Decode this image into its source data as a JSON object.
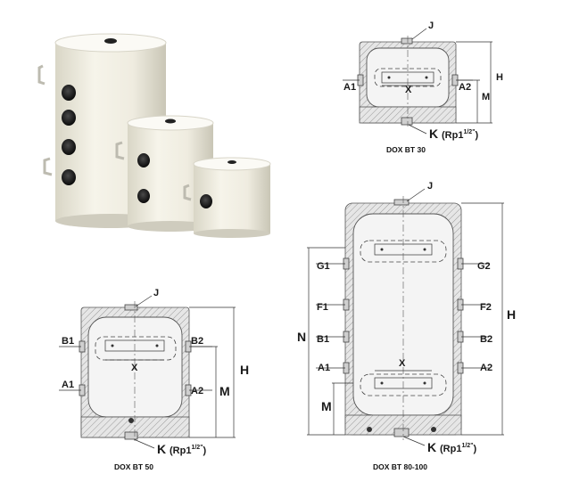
{
  "photo": {
    "description_icons": [
      "white-cylinder-tank-large",
      "white-cylinder-tank-medium",
      "white-cylinder-tank-small"
    ]
  },
  "drawings": {
    "bt30": {
      "caption": "DOX BT 30",
      "labels": {
        "j": "J",
        "a1": "A1",
        "a2": "A2",
        "x": "X",
        "m": "M",
        "h": "H",
        "k": "K",
        "k_spec": "(Rp1",
        "k_sup": "1/2\"",
        "k_close": ")"
      }
    },
    "bt50": {
      "caption": "DOX BT 50",
      "labels": {
        "j": "J",
        "b1": "B1",
        "b2": "B2",
        "a1": "A1",
        "a2": "A2",
        "x": "X",
        "m": "M",
        "h": "H",
        "k": "K",
        "k_spec": "(Rp1",
        "k_sup": "1/2\"",
        "k_close": ")"
      }
    },
    "bt80": {
      "caption": "DOX BT 80-100",
      "labels": {
        "j": "J",
        "g1": "G1",
        "g2": "G2",
        "f1": "F1",
        "f2": "F2",
        "b1": "B1",
        "b2": "B2",
        "a1": "A1",
        "a2": "A2",
        "x": "X",
        "n": "N",
        "m": "M",
        "h": "H",
        "k": "K",
        "k_spec": "(Rp1",
        "k_sup": "1/2\"",
        "k_close": ")"
      }
    }
  }
}
